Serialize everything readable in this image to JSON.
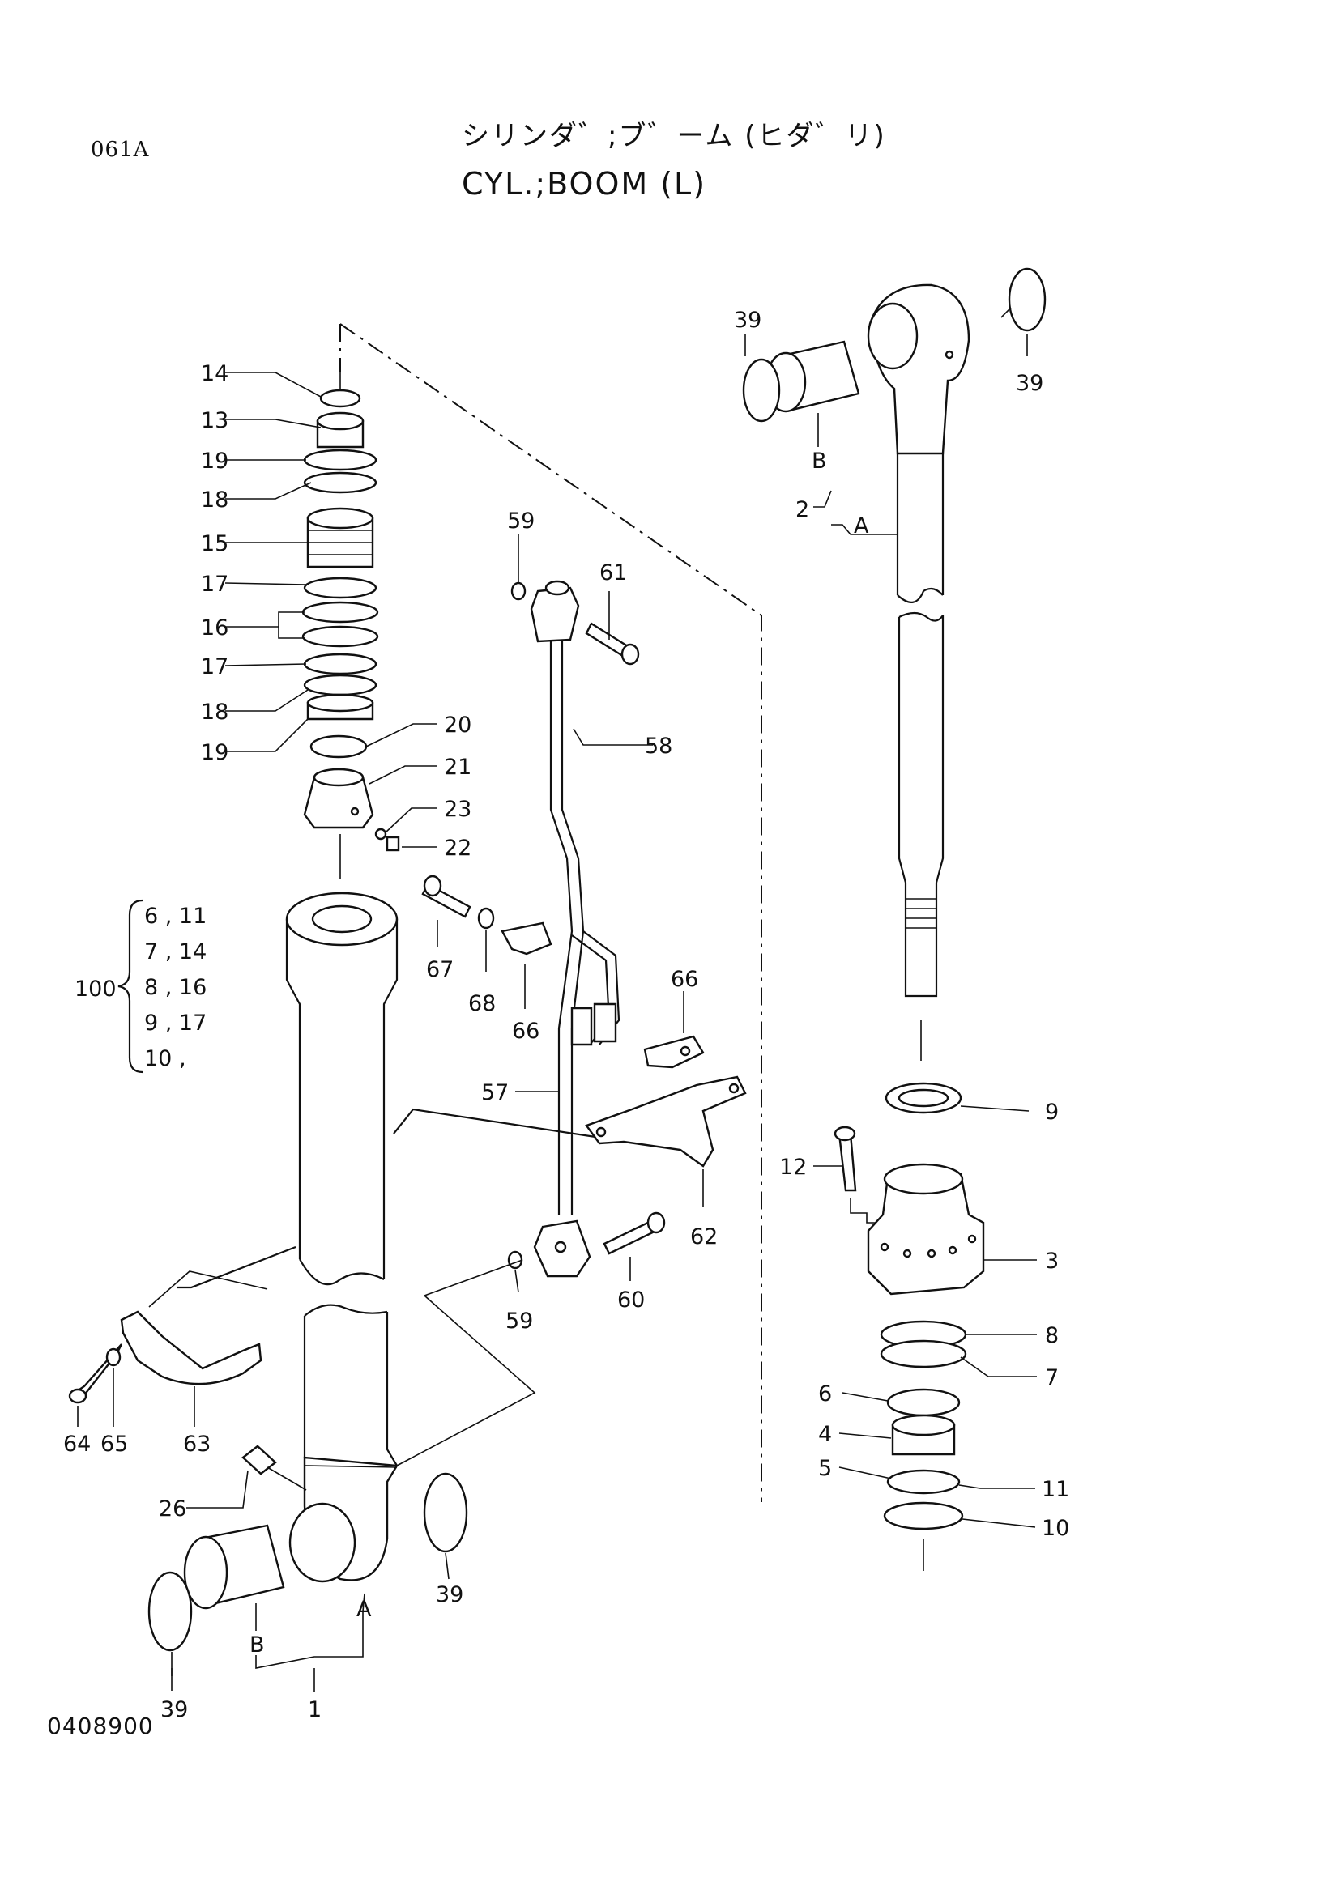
{
  "header": {
    "page_code": "061A",
    "title_jp": "シリンダ゛;ブ゛ーム (ヒダ゛リ)",
    "title_en": "CYL.;BOOM (L)",
    "drawing_number": "0408900"
  },
  "kit": {
    "number": "100",
    "rows": [
      "6 , 11",
      "7 , 14",
      "8 , 16",
      "9 , 17",
      "10 ,"
    ]
  },
  "callouts": {
    "c14": "14",
    "c13": "13",
    "c19a": "19",
    "c18a": "18",
    "c15": "15",
    "c17a": "17",
    "c16": "16",
    "c17b": "17",
    "c18b": "18",
    "c19b": "19",
    "c20": "20",
    "c21": "21",
    "c23": "23",
    "c22": "22",
    "c59a": "59",
    "c61": "61",
    "c58": "58",
    "c67": "67",
    "c68": "68",
    "c66a": "66",
    "c66b": "66",
    "c57": "57",
    "c62": "62",
    "c60": "60",
    "c59b": "59",
    "c64": "64",
    "c65": "65",
    "c63": "63",
    "c26": "26",
    "c39a": "39",
    "c39b": "39",
    "c1": "1",
    "c39c": "39",
    "c39d": "39",
    "c2": "2",
    "c9": "9",
    "c12": "12",
    "c3": "3",
    "c8": "8",
    "c7": "7",
    "c6": "6",
    "c4": "4",
    "c5": "5",
    "c11": "11",
    "c10": "10"
  },
  "letters": {
    "a1": "A",
    "b1": "B",
    "a2": "A",
    "b2": "B"
  }
}
